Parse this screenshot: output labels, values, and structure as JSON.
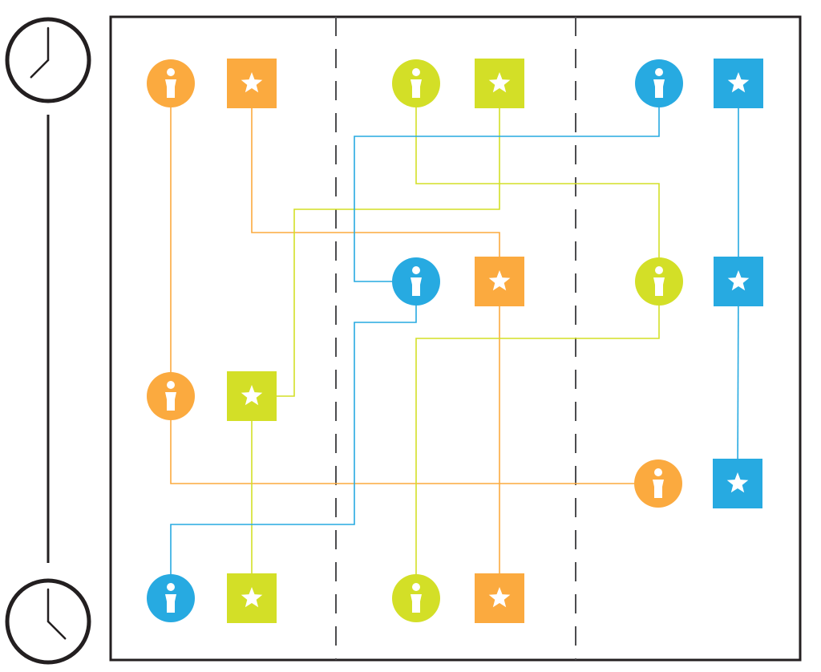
{
  "colors": {
    "orange": "#fbaa3f",
    "green": "#d3df27",
    "blue": "#27aae1",
    "frame": "#231f20",
    "divider": "#4d4d4f",
    "icon_fg": "#ffffff"
  },
  "timeline": {
    "start_clock": {
      "icon": "clock-icon",
      "time_shown": "7:00"
    },
    "end_clock": {
      "icon": "clock-icon",
      "time_shown": "5:00"
    }
  },
  "lanes": [
    {
      "id": "lane-1"
    },
    {
      "id": "lane-2"
    },
    {
      "id": "lane-3"
    }
  ],
  "nodes": [
    {
      "id": "orange-person",
      "kind": "person",
      "color": "orange"
    },
    {
      "id": "orange-star-a",
      "kind": "star",
      "color": "orange"
    },
    {
      "id": "green-person-a",
      "kind": "person",
      "color": "green"
    },
    {
      "id": "green-star-a",
      "kind": "star",
      "color": "green"
    },
    {
      "id": "blue-person-a",
      "kind": "person",
      "color": "blue"
    },
    {
      "id": "blue-star-a",
      "kind": "star",
      "color": "blue"
    },
    {
      "id": "blue-person-b",
      "kind": "person",
      "color": "blue"
    },
    {
      "id": "orange-star-b",
      "kind": "star",
      "color": "orange"
    },
    {
      "id": "green-person-b",
      "kind": "person",
      "color": "green"
    },
    {
      "id": "blue-star-b",
      "kind": "star",
      "color": "blue"
    },
    {
      "id": "orange-person-b",
      "kind": "person",
      "color": "orange"
    },
    {
      "id": "green-star-b",
      "kind": "star",
      "color": "green"
    },
    {
      "id": "orange-person-c",
      "kind": "person",
      "color": "orange"
    },
    {
      "id": "blue-star-c",
      "kind": "star",
      "color": "blue"
    },
    {
      "id": "blue-person-c",
      "kind": "person",
      "color": "blue"
    },
    {
      "id": "green-star-c",
      "kind": "star",
      "color": "green"
    },
    {
      "id": "green-person-c",
      "kind": "person",
      "color": "green"
    },
    {
      "id": "orange-star-c",
      "kind": "star",
      "color": "orange"
    }
  ],
  "connections": [
    {
      "from": "orange-person",
      "to": "orange-person-b",
      "color": "orange"
    },
    {
      "from": "orange-person-b",
      "to": "orange-person-c",
      "color": "orange"
    },
    {
      "from": "orange-star-a",
      "to": "orange-star-b",
      "color": "orange"
    },
    {
      "from": "orange-star-b",
      "to": "orange-star-c",
      "color": "orange"
    },
    {
      "from": "green-person-a",
      "to": "green-person-b",
      "color": "green"
    },
    {
      "from": "green-person-b",
      "to": "green-person-c",
      "color": "green"
    },
    {
      "from": "green-star-a",
      "to": "green-star-b",
      "color": "green"
    },
    {
      "from": "green-star-b",
      "to": "green-star-c",
      "color": "green"
    },
    {
      "from": "blue-person-a",
      "to": "blue-person-b",
      "color": "blue"
    },
    {
      "from": "blue-person-b",
      "to": "blue-person-c",
      "color": "blue"
    },
    {
      "from": "blue-star-a",
      "to": "blue-star-b",
      "color": "blue"
    },
    {
      "from": "blue-star-b",
      "to": "blue-star-c",
      "color": "blue"
    }
  ]
}
